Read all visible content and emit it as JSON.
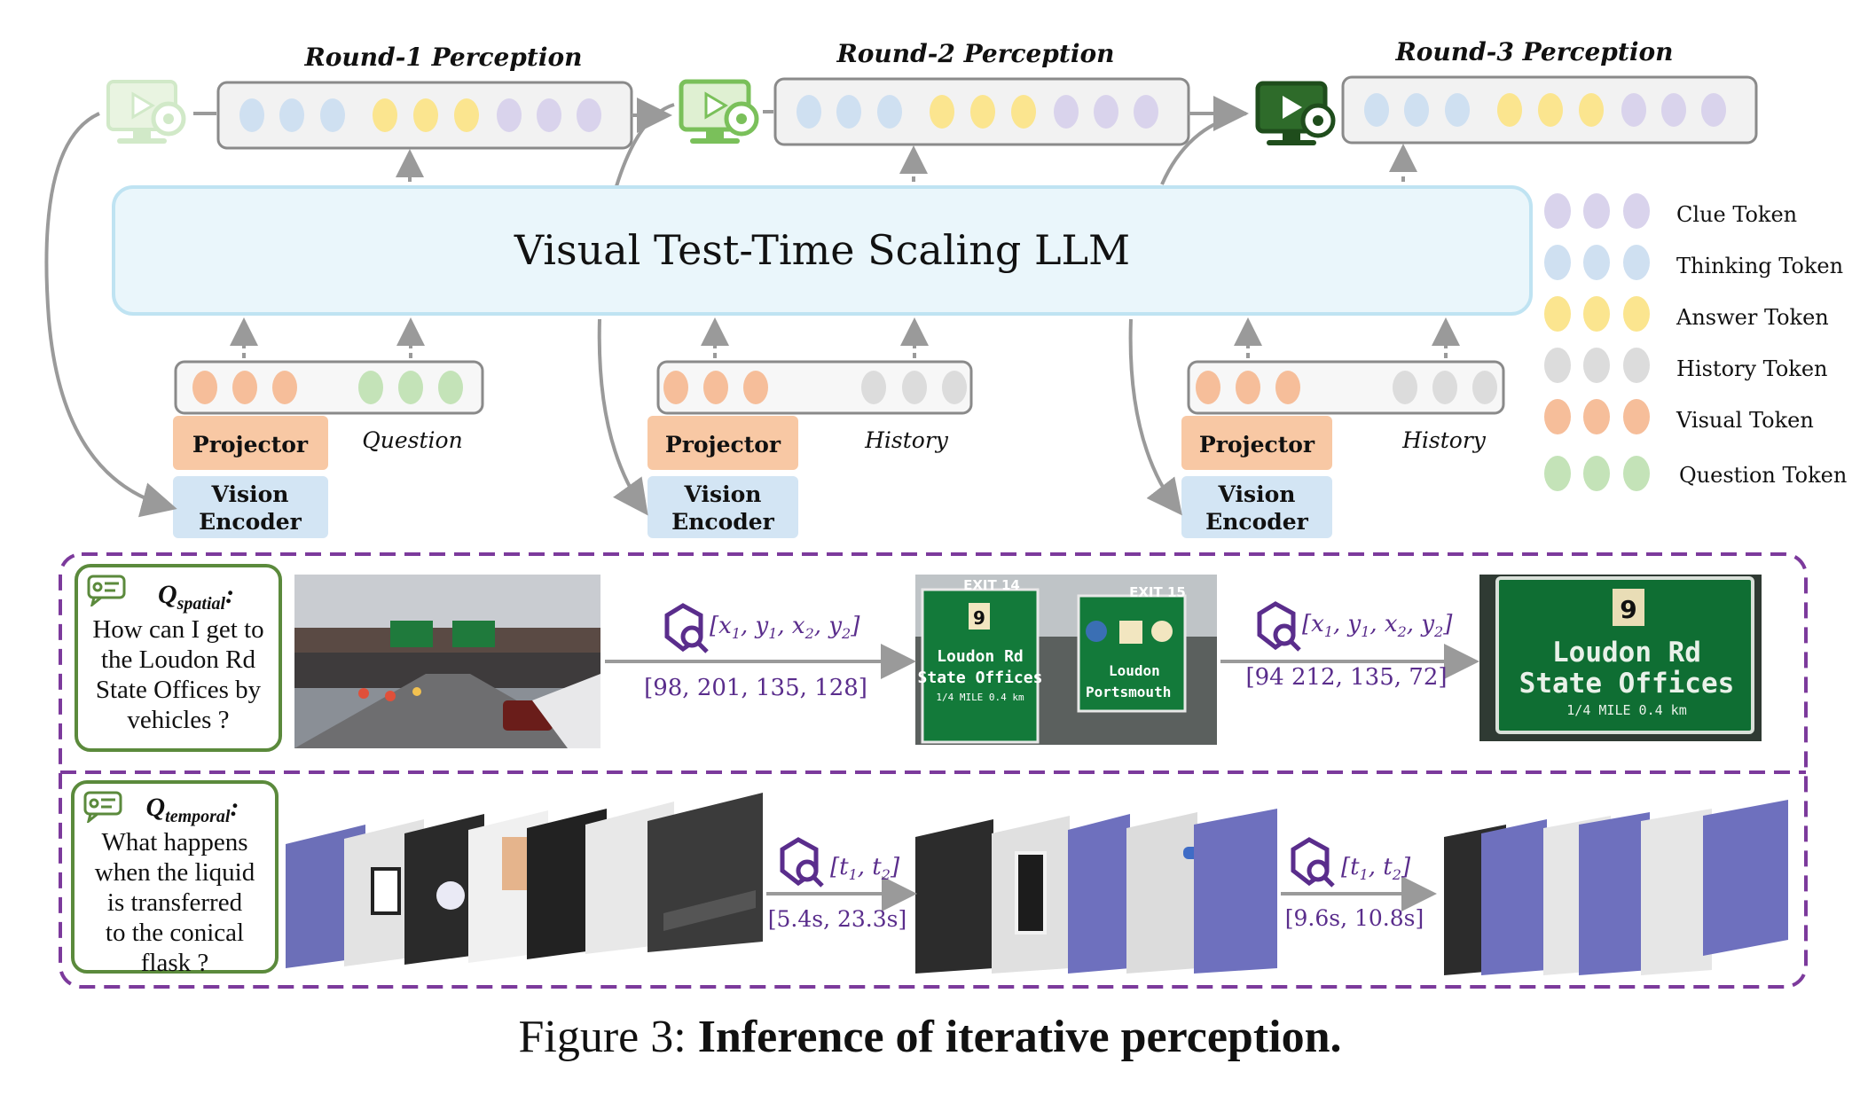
{
  "rounds": [
    {
      "title": "Round-1 Perception",
      "input_label": "Question"
    },
    {
      "title": "Round-2 Perception",
      "input_label": "History"
    },
    {
      "title": "Round-3 Perception",
      "input_label": "History"
    }
  ],
  "llm_label": "Visual Test-Time Scaling LLM",
  "projector_label": "Projector",
  "encoder_label_line1": "Vision",
  "encoder_label_line2": "Encoder",
  "legend": [
    {
      "label": "Clue Token",
      "color": "#d9d3ec"
    },
    {
      "label": "Thinking Token",
      "color": "#cfe0f1"
    },
    {
      "label": "Answer Token",
      "color": "#fbe58f"
    },
    {
      "label": "History Token",
      "color": "#dcdcdc"
    },
    {
      "label": "Visual Token",
      "color": "#f6be9a"
    },
    {
      "label": "Question Token",
      "color": "#c4e3b8"
    }
  ],
  "spatial": {
    "q_label": "Q",
    "q_sub": "spatial",
    "question_lines": [
      "How can I get to",
      "the Loudon Rd",
      "State Offices by",
      "vehicles ?"
    ],
    "step1_coords": "[98, 201, 135, 128]",
    "step2_coords": "[94 212, 135, 72]",
    "sign_exit1": "EXIT 14",
    "sign_exit2": "EXIT 15",
    "sign_num": "9",
    "sign_line1": "Loudon Rd",
    "sign_line2": "State Offices",
    "sign_line3": "1/4 MILE  0.4 km",
    "sign2_line1": "Loudon",
    "sign2_line2": "Portsmouth"
  },
  "temporal": {
    "q_label": "Q",
    "q_sub": "temporal",
    "question_lines": [
      "What happens",
      "when the liquid",
      "is transferred",
      "to the conical",
      "flask ?"
    ],
    "step1_times": "[5.4s, 23.3s]",
    "step2_times": "[9.6s, 10.8s]"
  },
  "box_vars": [
    "[x",
    "1",
    ", y",
    "1",
    ", x",
    "2",
    ", y",
    "2",
    "]"
  ],
  "time_vars": [
    "[t",
    "1",
    ", t",
    "2",
    "]"
  ],
  "caption_prefix": "Figure 3: ",
  "caption_bold": "Inference of iterative perception.",
  "colors": {
    "llm_fill": "#eaf6fb",
    "llm_border": "#bfe3f2",
    "projector": "#f8c8a4",
    "encoder": "#d3e5f4",
    "dashed_border": "#7c3a9c",
    "coord_text": "#5a2d8c",
    "green_border": "#5b8a3c",
    "monitor_dark": "#2e6b2a",
    "monitor_mid": "#7ac05a",
    "monitor_light": "#cfe8bd"
  }
}
